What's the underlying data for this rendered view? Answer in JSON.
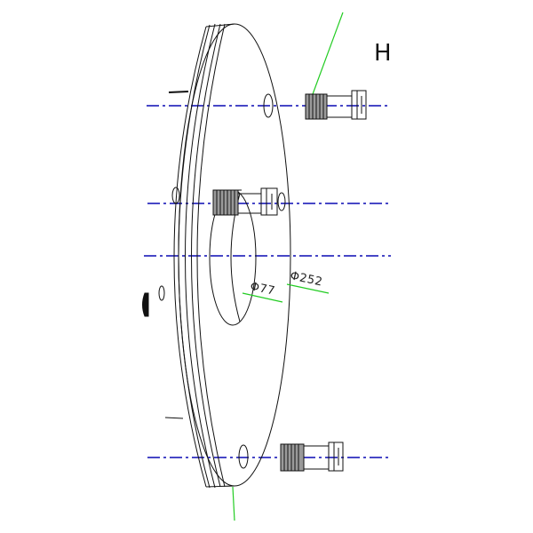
{
  "view_label": "H",
  "dimensions": {
    "bore_diameter": "Φ77",
    "outer_diameter": "Φ252"
  },
  "colors": {
    "outline": "#111111",
    "center_line": "#0a0ab4",
    "dimension_line": "#22cc22"
  }
}
